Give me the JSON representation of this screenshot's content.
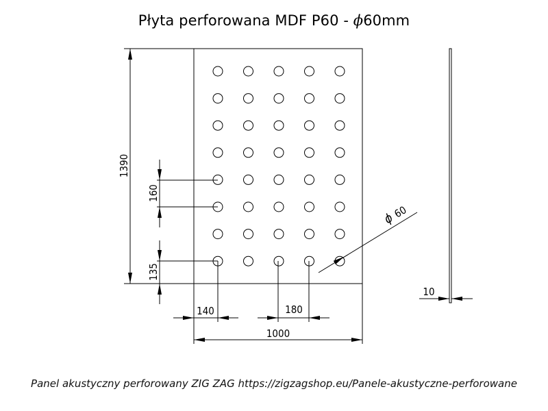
{
  "title": {
    "text": "Płyta perforowana MDF P60 - ",
    "phi": "ϕ",
    "suffix": "60mm"
  },
  "dimensions": {
    "height": "1390",
    "width": "1000",
    "hole_spacing_vertical": "160",
    "hole_spacing_horizontal": "180",
    "edge_offset_bottom": "135",
    "edge_offset_left": "140",
    "thickness": "10",
    "hole_diameter_symbol": "ϕ",
    "hole_diameter": "60"
  },
  "grid": {
    "columns": 5,
    "rows": 8
  },
  "footer": {
    "text": "Panel akustyczny perforowany ZIG ZAG https://zigzagshop.eu/Panele-akustyczne-perforowane"
  }
}
